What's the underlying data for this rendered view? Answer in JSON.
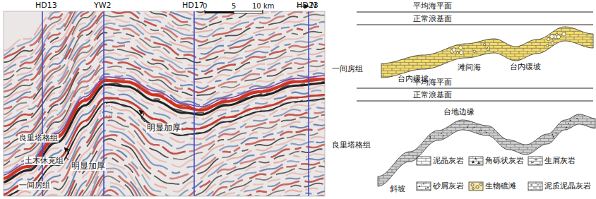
{
  "diagram": {
    "labels": [
      "HD13",
      "YW2",
      "HD17",
      "HD23",
      "0",
      "5",
      "10 km",
      "N",
      "良里塔格组",
      "土木休克组",
      "明显加厚",
      "一间房组",
      "明显加厚",
      "平均海平面",
      "正常浪基面",
      "一间房组",
      "台内缓坡",
      "滩间海",
      "台内缓坡",
      "平均海平面",
      "正常浪基面",
      "台地边缘",
      "良里塔格组",
      "斜坡"
    ],
    "legend": [
      {
        "text": "泥晶灰岩"
      },
      {
        "text": "角砾状灰岩"
      },
      {
        "text": "生屑灰岩"
      },
      {
        "text": "砂屑灰岩"
      },
      {
        "text": "生物礁滩"
      },
      {
        "text": "泥质泥晶灰岩"
      }
    ]
  }
}
